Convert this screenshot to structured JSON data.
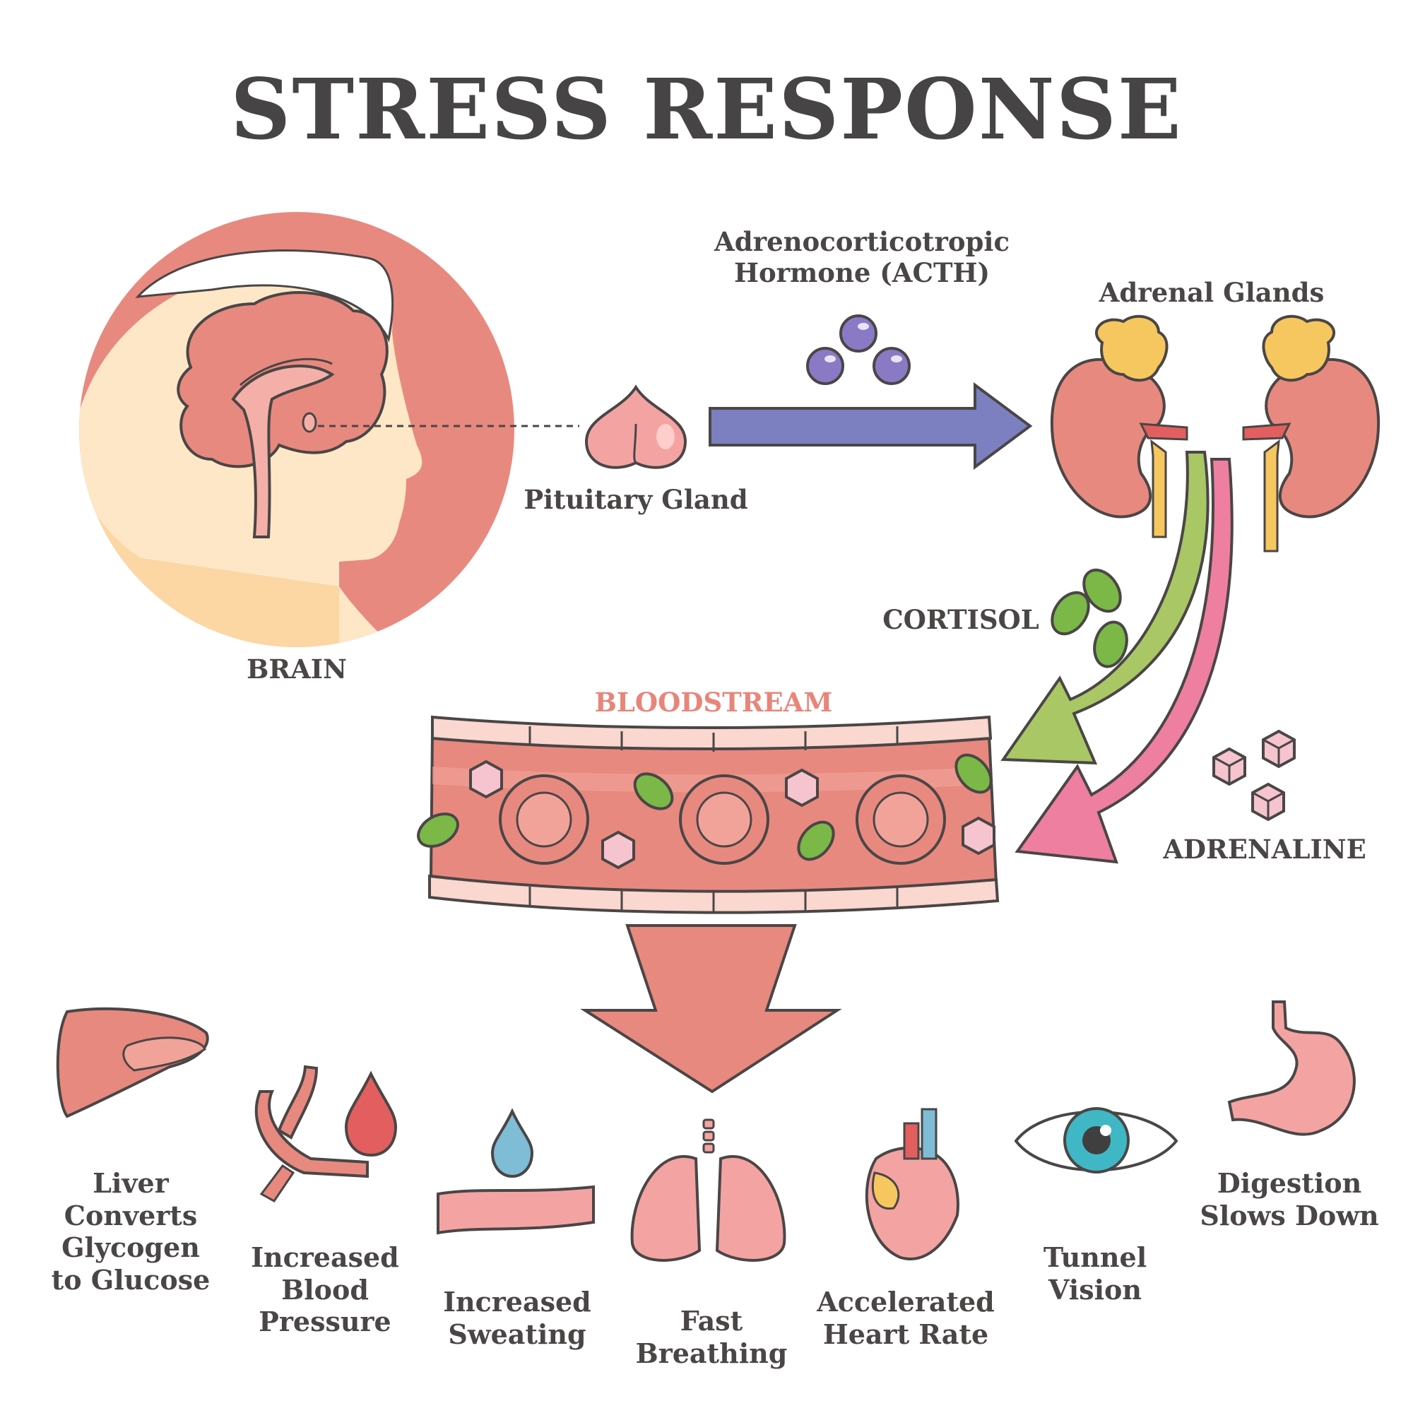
{
  "title": "STRESS RESPONSE",
  "labels": {
    "acth": "Adrenocorticotropic\nHormone (ACTH)",
    "adrenal_glands": "Adrenal Glands",
    "pituitary_gland": "Pituitary Gland",
    "brain": "BRAIN",
    "cortisol": "CORTISOL",
    "bloodstream": "BLOODSTREAM",
    "adrenaline": "ADRENALINE"
  },
  "effects": [
    {
      "label": "Liver\nConverts\nGlycogen\nto Glucose",
      "icon": "liver-icon"
    },
    {
      "label": "Increased\nBlood\nPressure",
      "icon": "blood-vessel-drop-icon"
    },
    {
      "label": "Increased\nSweating",
      "icon": "sweat-drop-skin-icon"
    },
    {
      "label": "Fast\nBreathing",
      "icon": "lungs-icon"
    },
    {
      "label": "Accelerated\nHeart Rate",
      "icon": "heart-icon"
    },
    {
      "label": "Tunnel\nVision",
      "icon": "eye-icon"
    },
    {
      "label": "Digestion\nSlows Down",
      "icon": "stomach-icon"
    }
  ],
  "colors": {
    "text": "#4a4646",
    "salmon": "#e8897f",
    "acth_arrow": "#7c80c0",
    "cortisol_arrow": "#a9c765",
    "adrenaline_arrow": "#ee7fa1",
    "bloodstream_label": "#e8857a",
    "adrenal_gland": "#f6c75e"
  }
}
